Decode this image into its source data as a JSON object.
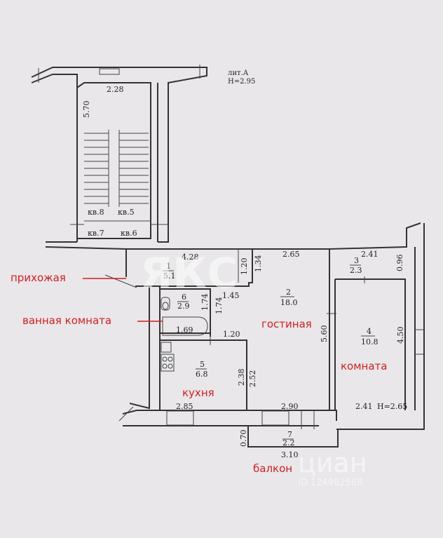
{
  "header": {
    "lit": "лит.А",
    "height": "Н=2.95"
  },
  "stair": {
    "width": "2.28",
    "length": "5.70",
    "apartments": [
      "кв.8",
      "кв.5",
      "кв.7",
      "кв.6"
    ]
  },
  "rooms": [
    {
      "num": "1",
      "area": "5.1"
    },
    {
      "num": "2",
      "area": "18.0"
    },
    {
      "num": "3",
      "area": "2.3"
    },
    {
      "num": "4",
      "area": "10.8"
    },
    {
      "num": "5",
      "area": "6.8"
    },
    {
      "num": "6",
      "area": "2.9"
    },
    {
      "num": "7",
      "area": "2.2"
    }
  ],
  "dimensions": {
    "hall_top": "4.28",
    "hall_v1": "1.20",
    "hall_v2": "1.34",
    "living_top": "2.65",
    "room3_top": "2.41",
    "room3_v": "0.96",
    "bath_v": "1.74",
    "corr_v": "1.74",
    "corr_h": "1.45",
    "tub": "1.69",
    "kitchen_top": "1.20",
    "kitchen_v": "2.38",
    "living_v2": "2.52",
    "living_v": "5.60",
    "room4_v": "4.50",
    "kitchen_bottom": "2.85",
    "living_bottom": "2.90",
    "room4_bottom": "2.41",
    "room4_height": "Н=2.65",
    "balcony_v": "0.70",
    "balcony_bottom": "3.10"
  },
  "labels": {
    "hallway": "прихожая",
    "bathroom": "ванная комната",
    "living": "гостиная",
    "room": "комната",
    "kitchen": "кухня",
    "balcony": "балкон"
  },
  "watermarks": {
    "top": "ЯКС",
    "bottom": "циан",
    "id": "ID 124982568"
  },
  "colors": {
    "label_red": "#d02020",
    "paper": "#e9e7ea",
    "line": "#333333"
  }
}
